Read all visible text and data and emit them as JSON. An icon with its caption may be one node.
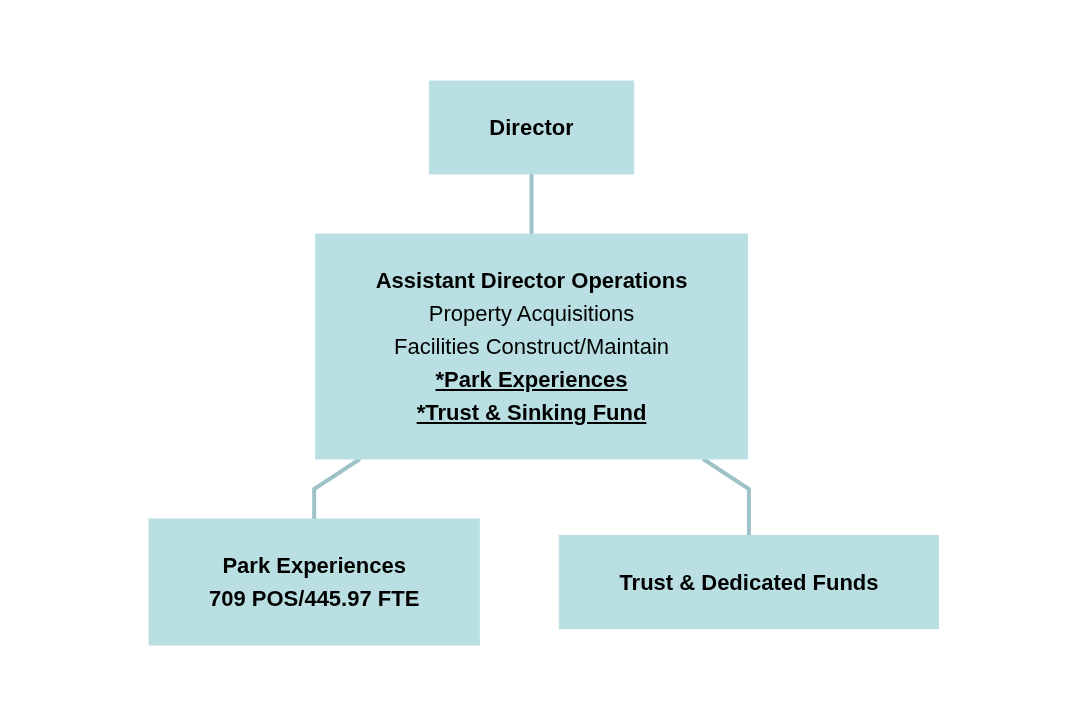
{
  "diagram": {
    "nodes": [
      {
        "text": [
          "Director"
        ]
      },
      {
        "text": [
          "Assistant Director Operations",
          "Property Acquisitions",
          "Facilities Construct/Maintain",
          "*Park Experiences",
          "*Trust & Sinking Fund"
        ]
      },
      {
        "text": [
          "Park Experiences",
          "709 POS/445.97 FTE"
        ]
      },
      {
        "text": [
          "Trust & Dedicated Funds"
        ]
      }
    ],
    "edges": [
      {
        "from": 0,
        "to": 1,
        "arrow": "none"
      },
      {
        "from": 1,
        "to": 2,
        "arrow": "none"
      },
      {
        "from": 1,
        "to": 3,
        "arrow": "none"
      }
    ]
  }
}
